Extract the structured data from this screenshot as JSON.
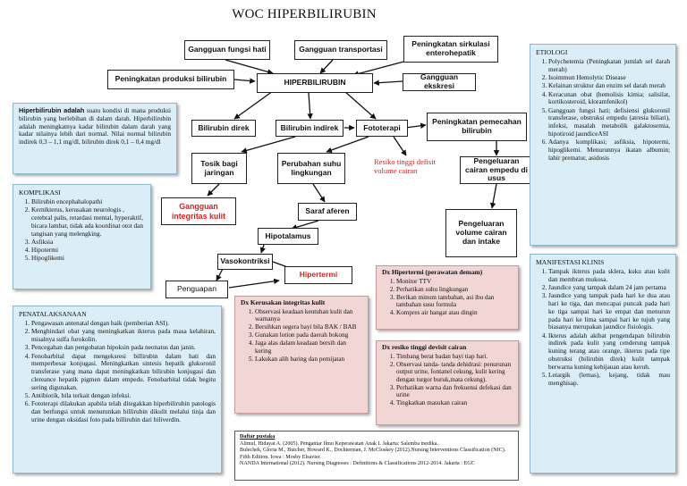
{
  "title": "WOC HIPERBILIRUBIN",
  "nodes": {
    "fungsi_hati": "Gangguan fungsi hati",
    "transportasi": "Gangguan transportasi",
    "sirkulasi": "Peningkatan sirkulasi enterohepatik",
    "produksi": "Peningkatan produksi bilirubin",
    "hiperbilirubin": "HIPERBILIRUBIN",
    "ekskresi": "Gangguan ekskresi",
    "direk": "Bilirubin direk",
    "indirek": "Bilirubin indirek",
    "fototerapi": "Fototerapi",
    "pemecahan": "Peningkatan pemecahan bilirubin",
    "tosik": "Tosik bagi jaringan",
    "suhu": "Perubahan suhu lingkungan",
    "resiko_defisit": "Resiko tinggi defisit volume cairan",
    "empedu": "Pengeluaran cairan empedu di usus",
    "integritas": "Gangguan integritas kulit",
    "saraf": "Saraf aferen",
    "volume": "Pengeluaran volume cairan dan intake",
    "hipotalamus": "Hipotalamus",
    "vasokontriksi": "Vasokontriksi",
    "hipertermi": "Hipertermi",
    "penguapan": "Penguapan"
  },
  "definisi": {
    "term": "Hiperbilirubin adalah",
    "text": "suatu kondisi di mana produksi bilirubin yang berlebihan di dalam darah. Hiperbilirubin adalah meningkatnya kadar bilirubin dalam darah yang kadar nilainya lebih dari normal. Nilai normal bilirubin indirek 0,3 – 1,1 mg/dl, bilirubin direk 0,1 – 0,4 mg/dl"
  },
  "komplikasi": {
    "title": "KOMPLIKASI",
    "items": [
      "Bilirubin encephahalopathi",
      "Kernikterus, kerusakan neurologis , cerebral palis, retardasi mental, hyperaktif, bicara lambat, tidak ada koordinat otot dan tangisan yang melengking.",
      "Asfiksia",
      "Hipotermi",
      "Hipoglikemi"
    ]
  },
  "penatalaksanaan": {
    "title": "PENATALAKSANAAN",
    "items": [
      "Pengawasan antenatal dengan baik (pemberian ASI).",
      "Menghindari obat yang meningkatkan ikterus pada masa kelahiran, misalnya sulfa furokolin.",
      "Pencegahan dan pengobatan hipoksin pada neonatus dan janin.",
      "Fenobarbital dapat mengeksresi billirubin dalam hati dan memperbesar konjugasi. Meningkatkan sintesis hepatik glukoronil transferase yang mana dapat meningkatkan bilirubin konjugasi dan clereance hepatik pigmen dalam empedu. Fenobarbital tidak begitu sering digunakan.",
      "Antibiotik, bila terkait dengan infeksi.",
      "Fototerapi dilakukan apabila telah ditegakkan hiperbilirubin patologis dan berfungsi untuk menurunkan billirubin dikulit melalui tinja dan urine dengan oksidasi foto pada billirubin dari biliverdin."
    ]
  },
  "etiologi": {
    "title": "ETIOLOGI",
    "items": [
      "Polychetemia (Peningkatan jumlah sel darah merah)",
      "Isoimmun Hemolytic Disease",
      "Kelainan struktur dan enzim sel darah merah",
      "Keracunan obat (hemolisis kimia; salisilat, kortikosteroid, kloramfenikol)",
      "Gangguan fungsi hati; defisiensi glukoronil transferase, obstruksi empedu (atresia biliari), infeksi, masalah metabolik galaktosemia, hipotiroid jaundiceASI",
      "Adanya komplikasi; asfiksia, hipotermi, hipoglikemi. Menurunnya ikatan albumin; lahir prematur, asidosis"
    ]
  },
  "manifestasi": {
    "title": "MANIFESTASI KLINIS",
    "items": [
      "Tampak ikterus pada sklera, kuku atau kulit dan membran mukosa.",
      "Jaundice yang tampak dalam 24 jam pertama",
      "Jaundice yang tampak pada hari ke dua atau hari ke tiga, dan mencapai puncak pada hari ke tiga sampai hari ke empat dan menurun pada hari ke lima sampai hari ke tujuh yang biasanya merupakan jaundice fisiologis.",
      "Ikterus adalah akibat pengendapan bilirubin indirek pada kulit yang cenderung tampak kuning terang atau orange, ikterus pada tipe obstruksi (bilirubin direk) kulit tampak berwarna kuning kehijauan atau keruh.",
      "Letargik (lemas), kejang, tidak mau menghisap."
    ]
  },
  "dx_hipertermi": {
    "title": "Dx Hipertermi (perawatan demam)",
    "items": [
      "Monitor TTV",
      "Perhatikan suhu lingkungan",
      "Berikan minum tambahan, asi ibu dan tambahan susu formula",
      "Kompres air hangat atau dingin"
    ]
  },
  "dx_kulit": {
    "title": "Dx Kerusakan integritas kulit",
    "items": [
      "Observasi keadaan keutuhan kulit dan warnanya",
      "Bersihkan segera bayi bila BAK / BAB",
      "Gunakan lotion pada daerah bokong",
      "Jaga alas dalam keadaan bersih dan kering",
      "Lakukan alih baring dan pemijatan"
    ]
  },
  "dx_cairan": {
    "title": "Dx resiko tinggi devisit cairan",
    "items": [
      "Timbang berat badan bayi tiap hari.",
      "Observasi tanda- tanda dehidrasi: penurunan output urine, fontanel cekung, kulit kering dengan turgor buruk,mata cekung).",
      "Perhatikan warna dan frekuensi defekasi dan urine",
      "Tingkatkan masukan cairan"
    ]
  },
  "pustaka": {
    "title": "Daftar pustaka",
    "lines": [
      "Alimul, Hidayat A. (2005). Pengantar Ilmu Keperawatan Anak I. Jakarta: Salemba medika.",
      "Bulechek, Gloria M., Butcher, Howard K., Dochterman, J. McCloskey (2012).Nursing Interventions Classification (NIC). Fifth Edition. Iowa : Mosby Elsavier.",
      "NANDA International (2012). Nursing Diagnoses : Definitions & Classifications 2012-2014. Jakarta : EGC"
    ]
  }
}
